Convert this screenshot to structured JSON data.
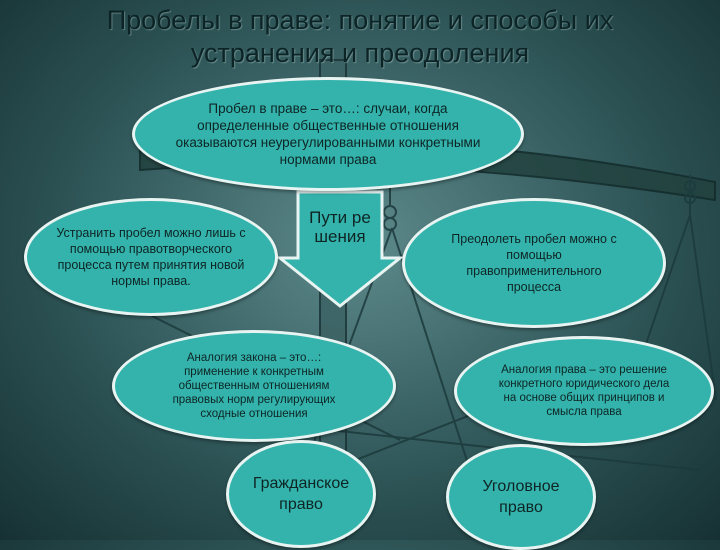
{
  "title": "Пробелы в праве: понятие и способы их устранения и преодоления",
  "nodes": {
    "definition": "Пробел в праве – это…: случаи, когда определенные общественные отношения оказываются неурегулированными конкретными нормами права",
    "ways": "Пути решения",
    "eliminate": "Устранить пробел можно лишь с помощью правотворческого процесса путем принятия новой нормы права.",
    "overcome": "Преодолеть пробел можно с помощью правоприменительного процесса",
    "law_analogy": "Аналогия закона – это…: применение к конкретным общественным отношениям правовых норм регулирующих сходные отношения",
    "right_analogy": "Аналогия права – это решение конкретного юридического дела на основе общих принципов и смысла права",
    "civil": "Гражданское право",
    "criminal": "Уголовное право"
  },
  "colors": {
    "node_fill": "#33b3ac",
    "node_border": "#e8f4f2",
    "arrow_fill": "#33b3ac",
    "background": "#2f5658",
    "title_text": "#0d2426"
  },
  "decoration": "scales-of-justice"
}
